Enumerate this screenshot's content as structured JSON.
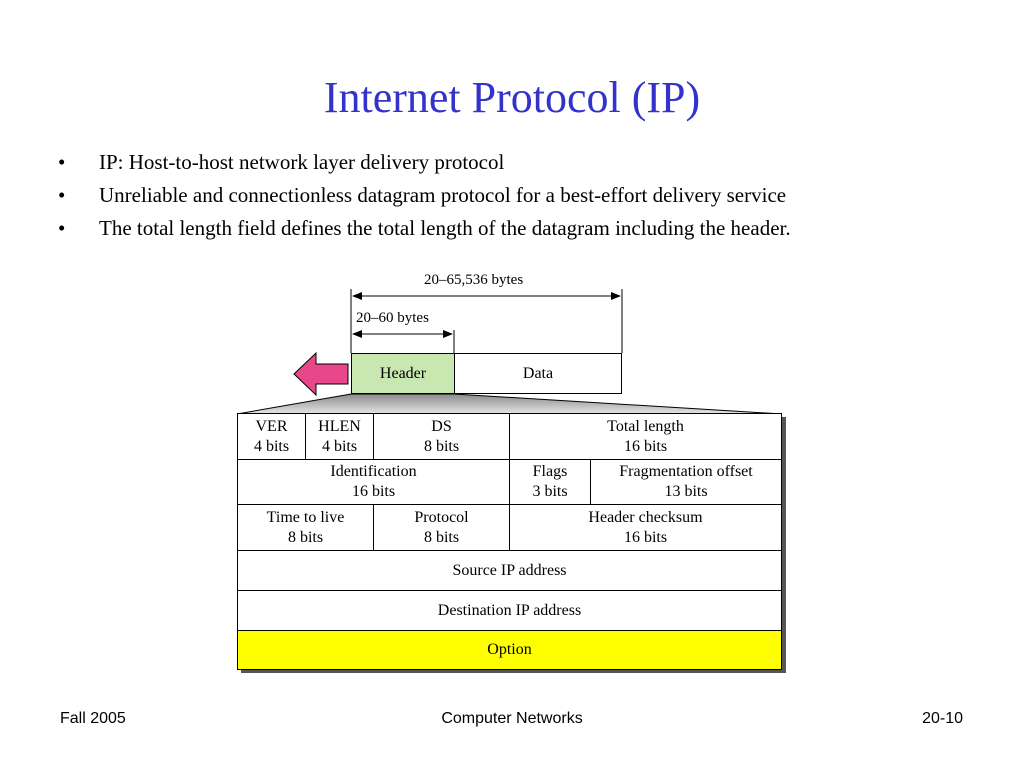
{
  "slide": {
    "title": "Internet Protocol (IP)",
    "bullet_symbol": "•",
    "bullets": [
      "IP: Host-to-host network layer delivery protocol",
      "Unreliable and connectionless datagram protocol for a best-effort delivery service",
      "The total length field defines the total length of the datagram including the header."
    ]
  },
  "diagram": {
    "total_size": "20–65,536 bytes",
    "header_size": "20–60 bytes",
    "header_label": "Header",
    "data_label": "Data",
    "header_color": "#c9e7b0",
    "arrow_color": "#e8478a",
    "option_color": "#ffff00",
    "fields": {
      "ver": [
        "VER",
        "4 bits"
      ],
      "hlen": [
        "HLEN",
        "4 bits"
      ],
      "ds": [
        "DS",
        "8 bits"
      ],
      "total_length": [
        "Total length",
        "16 bits"
      ],
      "identification": [
        "Identification",
        "16 bits"
      ],
      "flags": [
        "Flags",
        "3 bits"
      ],
      "fragmentation_offset": [
        "Fragmentation offset",
        "13 bits"
      ],
      "ttl": [
        "Time to live",
        "8 bits"
      ],
      "protocol": [
        "Protocol",
        "8 bits"
      ],
      "header_checksum": [
        "Header checksum",
        "16 bits"
      ],
      "source_ip": "Source IP address",
      "destination_ip": "Destination IP address",
      "option": "Option"
    }
  },
  "footer": {
    "left": "Fall 2005",
    "center": "Computer Networks",
    "right": "20-10"
  }
}
